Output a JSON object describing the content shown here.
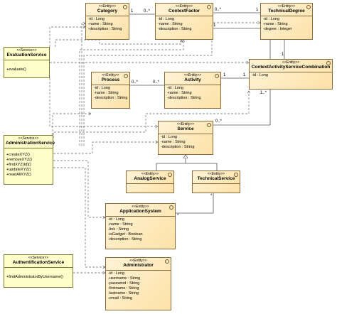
{
  "classes": {
    "category": {
      "stereotype": "<<Entity>>",
      "name": "Category",
      "attributes": [
        "-id : Long",
        "-name : String",
        "-description : String"
      ]
    },
    "contextfactor": {
      "stereotype": "<<Entity>>",
      "name": "ContextFactor",
      "attributes": [
        "-id : Long",
        "-name : String",
        "-description : String"
      ]
    },
    "technicaldegree": {
      "stereotype": "<<Entity>>",
      "name": "TechnicalDegree",
      "attributes": [
        "-id : Long",
        "-name : String",
        "-degree : Integer"
      ]
    },
    "evaluationservice": {
      "stereotype": "<<Service>>",
      "name": "EvaluationService",
      "operations": [
        "+evaluate()"
      ]
    },
    "process": {
      "stereotype": "<<Entity>>",
      "name": "Process",
      "attributes": [
        "-id : Long",
        "-name : String",
        "-description : String"
      ]
    },
    "activity": {
      "stereotype": "<<Entity>>",
      "name": "Activity",
      "attributes": [
        "-id : Long",
        "-name : String",
        "-description : String"
      ]
    },
    "contextactivityservicecombination": {
      "stereotype": "<<Entity>>",
      "name": "ContextActivityServiceCombination",
      "attributes": [
        "-id : Long"
      ]
    },
    "service": {
      "stereotype": "<<Entity>>",
      "name": "Service",
      "attributes": [
        "-id : Long",
        "-name : String",
        "-description : String"
      ]
    },
    "administrationservice": {
      "stereotype": "<<Service>>",
      "name": "AdministrationService",
      "operations": [
        "+createXYZ()",
        "+removeXYZ()",
        "+findXYZ(Id)()",
        "+updateXYZ()",
        "+readAllXYZ()"
      ]
    },
    "analogservice": {
      "stereotype": "<<Entity>>",
      "name": "AnalogService",
      "attributes": []
    },
    "technicalservice": {
      "stereotype": "<<Entity>>",
      "name": "TechnicalService",
      "attributes": []
    },
    "applicationsystem": {
      "stereotype": "<<Entity>>",
      "name": "ApplicationSystem",
      "attributes": [
        "-id : Long",
        "-name : String",
        "-link : String",
        "-isGadget : Boolean",
        "-description : String"
      ]
    },
    "authentificationservice": {
      "stereotype": "<<Service>>",
      "name": "AuthentificationService",
      "operations": [
        "+findAdministratorByUsername()"
      ]
    },
    "administrator": {
      "stereotype": "<<Entity>>",
      "name": "Administrator",
      "attributes": [
        "-id : Long",
        "-username : String",
        "-password : String",
        "-firstname : String",
        "-lastname : String",
        "-email : String"
      ]
    }
  },
  "multiplicities": {
    "cat_cf_left": "1",
    "cat_cf_right": "0..*",
    "cf_td_left": "0..*",
    "cf_td_right": "1",
    "cf_down": "1",
    "td_down": "1",
    "proc_act_left": "0..*",
    "proc_act_right": "0..*",
    "act_casc_left": "1",
    "act_casc_right": "1",
    "casc_bottom": "1..*",
    "svc_right": "0..*",
    "ts_star": "*",
    "as_star": "*"
  }
}
